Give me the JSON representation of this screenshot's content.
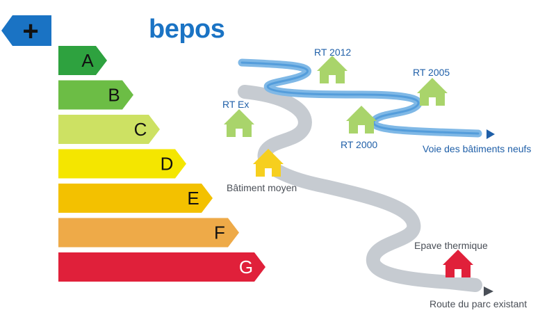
{
  "title": "bepos",
  "plus_badge": {
    "symbol": "+",
    "icon": "plus-arrow-icon",
    "color": "#1a73c4"
  },
  "energy_classes": [
    {
      "letter": "A",
      "color": "#2ea23f",
      "text_color": "#111111"
    },
    {
      "letter": "B",
      "color": "#6cbd45",
      "text_color": "#111111"
    },
    {
      "letter": "C",
      "color": "#cde163",
      "text_color": "#111111"
    },
    {
      "letter": "D",
      "color": "#f4e600",
      "text_color": "#111111"
    },
    {
      "letter": "E",
      "color": "#f3c100",
      "text_color": "#111111"
    },
    {
      "letter": "F",
      "color": "#eeaa48",
      "text_color": "#111111"
    },
    {
      "letter": "G",
      "color": "#e0203a",
      "text_color": "#ffffff"
    }
  ],
  "houses": [
    {
      "id": "rt2012",
      "label": "RT 2012",
      "color": "#a9d46b"
    },
    {
      "id": "rt2005",
      "label": "RT 2005",
      "color": "#a9d46b"
    },
    {
      "id": "rtex",
      "label": "RT Ex",
      "color": "#a9d46b"
    },
    {
      "id": "rt2000",
      "label": "RT 2000",
      "color": "#a9d46b"
    },
    {
      "id": "batiment-moyen",
      "label": "Bâtiment moyen",
      "color": "#f6cf1e"
    },
    {
      "id": "epave",
      "label": "Epave thermique",
      "color": "#e0203a"
    }
  ],
  "roads": {
    "new_buildings": {
      "label": "Voie des bâtiments neufs",
      "color": "#3d8fd6"
    },
    "existing_stock": {
      "label": "Route du parc existant",
      "color": "#c6cbd1"
    }
  }
}
